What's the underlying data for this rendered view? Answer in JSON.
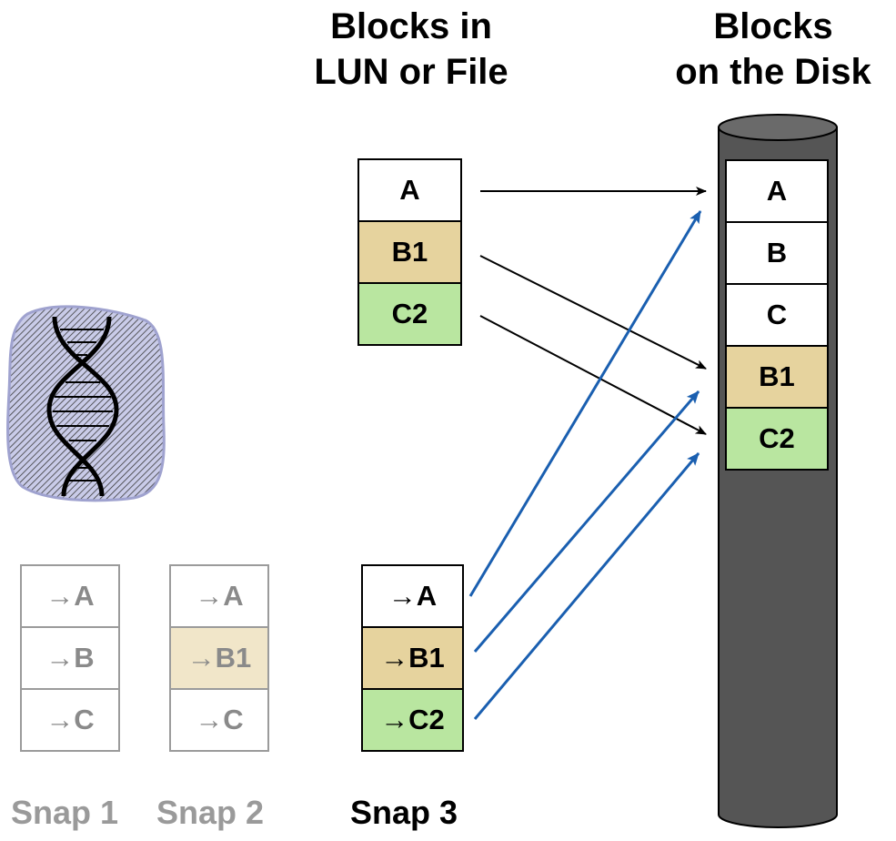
{
  "headings": {
    "lun_line1": "Blocks in",
    "lun_line2": "LUN or File",
    "disk_line1": "Blocks",
    "disk_line2": "on the Disk"
  },
  "lun_blocks": [
    "A",
    "B1",
    "C2"
  ],
  "disk_blocks": [
    "A",
    "B",
    "C",
    "B1",
    "C2"
  ],
  "snapshots": [
    {
      "label": "Snap 1",
      "pointers": [
        "→A",
        "→B",
        "→C"
      ]
    },
    {
      "label": "Snap 2",
      "pointers": [
        "→A",
        "→B1",
        "→C"
      ]
    },
    {
      "label": "Snap 3",
      "pointers": [
        "→A",
        "→B1",
        "→C2"
      ]
    }
  ],
  "colors": {
    "block_white": "#ffffff",
    "block_tan": "#e6d39e",
    "block_green": "#b9e6a0",
    "disk_body": "#555555",
    "pointer_arrow": "#1a5fb0",
    "lun_arrow": "#000000",
    "faded_text": "#9a9a9a"
  },
  "icons": {
    "dna": "dna-helix-icon"
  }
}
